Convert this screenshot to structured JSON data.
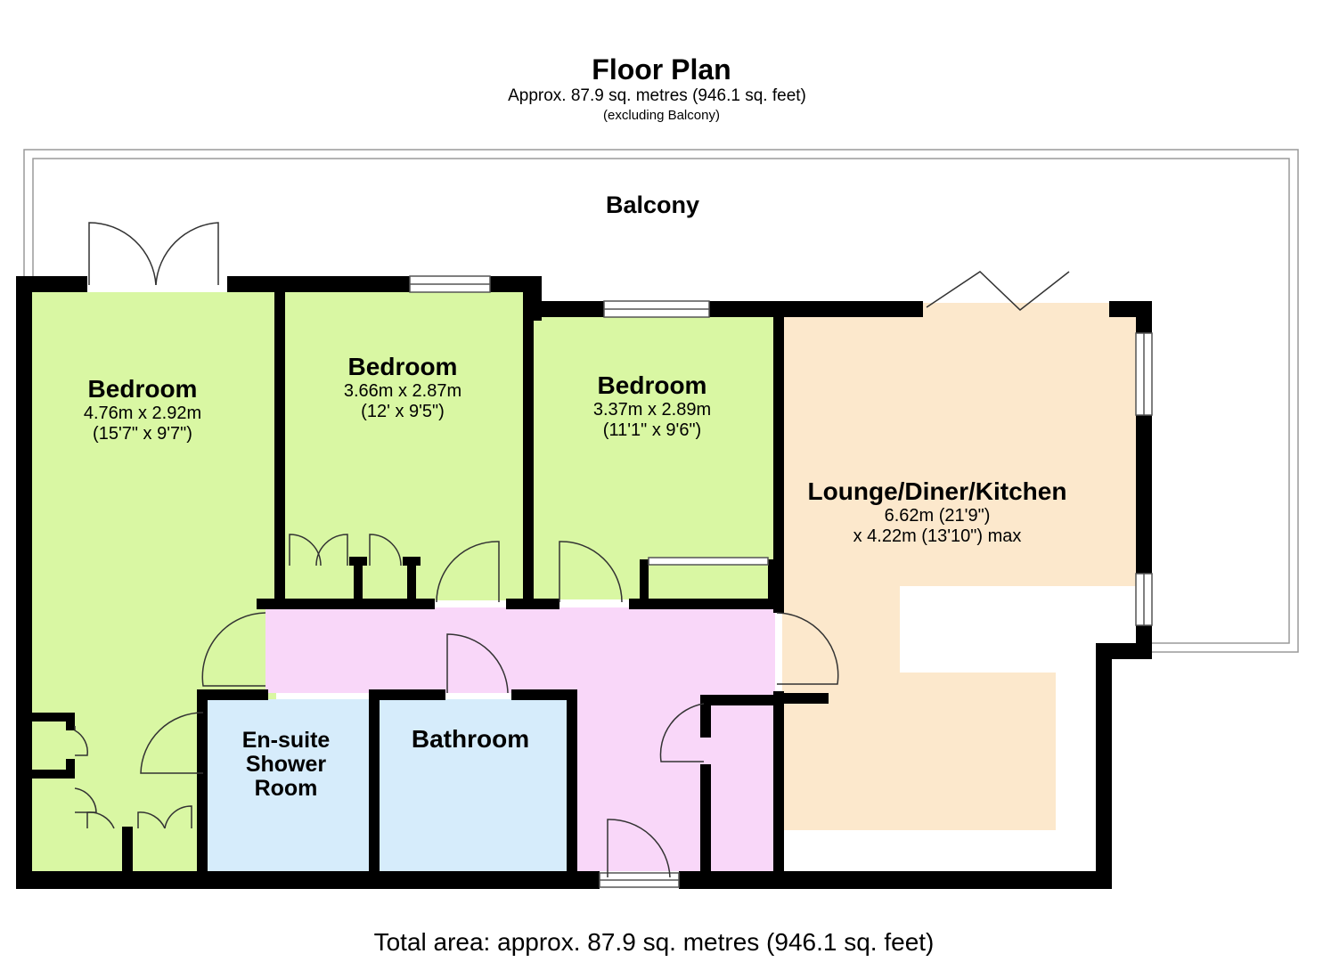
{
  "header": {
    "title": "Floor Plan",
    "subtitle": "Approx. 87.9 sq. metres (946.1 sq. feet)",
    "note": "(excluding Balcony)"
  },
  "rooms": {
    "balcony": {
      "name": "Balcony"
    },
    "bedroom1": {
      "name": "Bedroom",
      "metric": "4.76m x 2.92m",
      "imperial": "(15'7\" x 9'7\")"
    },
    "bedroom2": {
      "name": "Bedroom",
      "metric": "3.66m x 2.87m",
      "imperial": "(12' x 9'5\")"
    },
    "bedroom3": {
      "name": "Bedroom",
      "metric": "3.37m x 2.89m",
      "imperial": "(11'1\" x 9'6\")"
    },
    "lounge": {
      "name": "Lounge/Diner/Kitchen",
      "line1": "6.62m (21'9\")",
      "line2": "x 4.22m (13'10\") max"
    },
    "ensuite": {
      "line1": "En-suite",
      "line2": "Shower",
      "line3": "Room"
    },
    "bathroom": {
      "name": "Bathroom"
    }
  },
  "footer": {
    "total": "Total area: approx. 87.9 sq. metres (946.1 sq. feet)"
  },
  "colors": {
    "bedroom": "#d9f7a3",
    "hall": "#f9d7f9",
    "wet_room": "#d6ecfb",
    "lounge": "#fce8cc",
    "wall": "#000000",
    "balcony_outline": "#9a9a9a"
  }
}
